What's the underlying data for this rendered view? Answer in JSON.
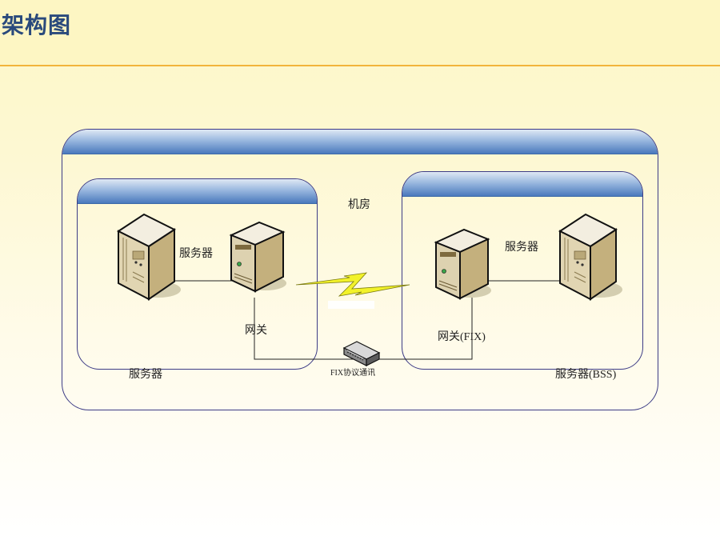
{
  "header": {
    "title": "架构图"
  },
  "diagram": {
    "machine_room_label": "机房",
    "left_server_label": "服务器",
    "left_room_label": "服务器",
    "gateway_label": "网关",
    "right_server_label": "服务器",
    "right_gateway_label": "网关(FIX)",
    "right_room_label": "服务器(BSS)",
    "switch_label": "FIX协议通讯"
  },
  "colors": {
    "title": "#2a4a7c",
    "header_blue": "#4a79bd",
    "lightning": "#f2f22a",
    "border": "#3d3c86"
  }
}
